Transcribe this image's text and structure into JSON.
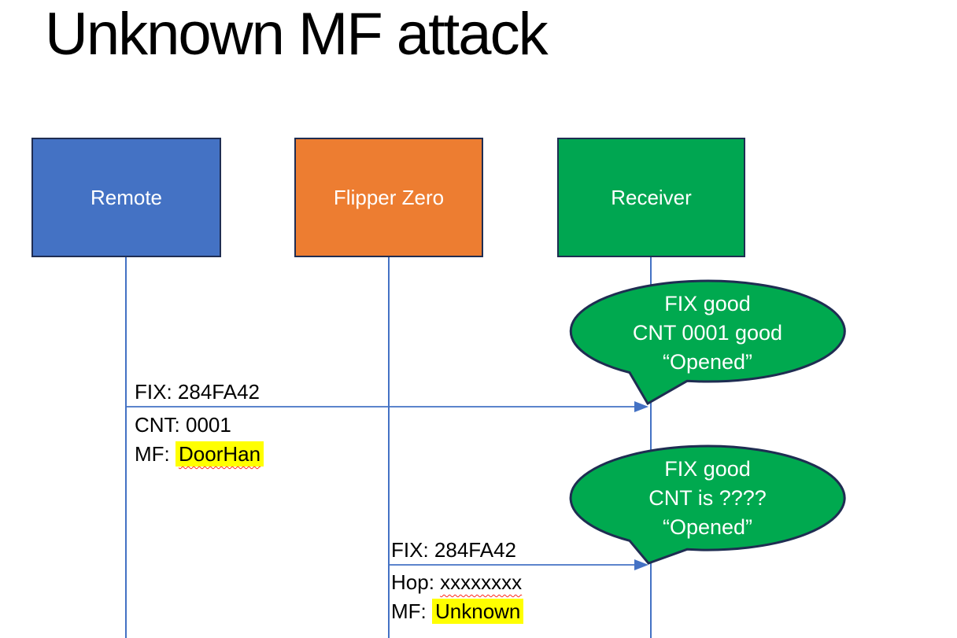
{
  "title": "Unknown MF attack",
  "colors": {
    "remote_fill": "#4472C4",
    "flipper_fill": "#ED7D31",
    "receiver_fill": "#00A651",
    "callout_fill": "#00A94F",
    "shape_border": "#1F2D52",
    "line": "#4472C4",
    "highlight": "#FFFF00",
    "underline": "#FF2A1A"
  },
  "actors": [
    {
      "label": "Remote"
    },
    {
      "label": "Flipper Zero"
    },
    {
      "label": "Receiver"
    }
  ],
  "messages": [
    {
      "from": "Remote",
      "to": "Receiver",
      "above": "FIX: 284FA42",
      "row1_prefix": "CNT:",
      "row1_value": "0001",
      "row2_prefix": "MF:",
      "row2_value": "DoorHan"
    },
    {
      "from": "Flipper Zero",
      "to": "Receiver",
      "above": "FIX: 284FA42",
      "row1_prefix": "Hop:",
      "row1_value": "xxxxxxxx",
      "row2_prefix": "MF:",
      "row2_value": "Unknown"
    }
  ],
  "callouts": [
    {
      "line1": "FIX good",
      "line2": "CNT 0001 good",
      "line3": "“Opened”"
    },
    {
      "line1": "FIX good",
      "line2": "CNT is ????",
      "line3": "“Opened”"
    }
  ]
}
